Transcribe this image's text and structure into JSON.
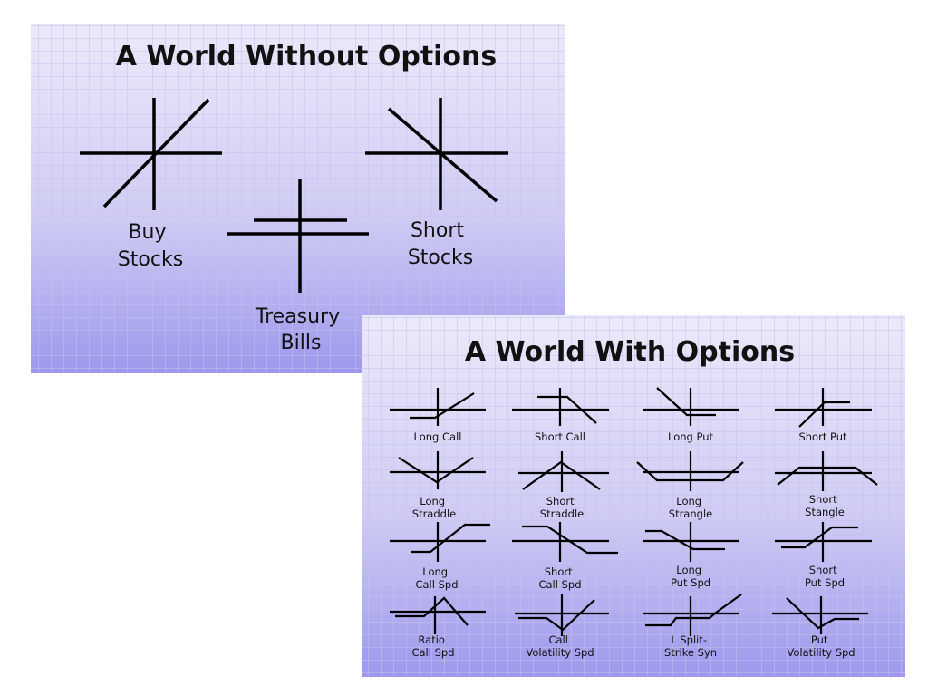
{
  "panel_without": {
    "title": "A World Without Options",
    "items": [
      {
        "key": "buy_stocks",
        "lines": [
          "Buy",
          "Stocks"
        ]
      },
      {
        "key": "short_stocks",
        "lines": [
          "Short",
          "Stocks"
        ]
      },
      {
        "key": "treasury_bills",
        "lines": [
          "Treasury",
          "Bills"
        ]
      }
    ]
  },
  "panel_with": {
    "title": "A World With Options",
    "items": [
      {
        "key": "long_call",
        "lines": [
          "Long Call"
        ]
      },
      {
        "key": "short_call",
        "lines": [
          "Short Call"
        ]
      },
      {
        "key": "long_put",
        "lines": [
          "Long Put"
        ]
      },
      {
        "key": "short_put",
        "lines": [
          "Short Put"
        ]
      },
      {
        "key": "long_straddle",
        "lines": [
          "Long",
          "Straddle"
        ]
      },
      {
        "key": "short_straddle",
        "lines": [
          "Short",
          "Straddle"
        ]
      },
      {
        "key": "long_strangle",
        "lines": [
          "Long",
          "Strangle"
        ]
      },
      {
        "key": "short_stangle",
        "lines": [
          "Short",
          "Stangle"
        ]
      },
      {
        "key": "long_call_spd",
        "lines": [
          "Long",
          "Call Spd"
        ]
      },
      {
        "key": "short_call_spd",
        "lines": [
          "Short",
          "Call Spd"
        ]
      },
      {
        "key": "long_put_spd",
        "lines": [
          "Long",
          "Put Spd"
        ]
      },
      {
        "key": "short_put_spd",
        "lines": [
          "Short",
          "Put Spd"
        ]
      },
      {
        "key": "ratio_call_spd",
        "lines": [
          "Ratio",
          "Call Spd"
        ]
      },
      {
        "key": "call_volatility_spd",
        "lines": [
          "Call",
          "Volatility Spd"
        ]
      },
      {
        "key": "l_split_strike_syn",
        "lines": [
          "L Split-",
          "Strike Syn"
        ]
      },
      {
        "key": "put_volatility_spd",
        "lines": [
          "Put",
          "Volatility Spd"
        ]
      }
    ]
  },
  "colors": {
    "panel_top": "#ebeaf9",
    "panel_bottom": "#9d98ec",
    "grid": "#c9c6ee",
    "ink": "#000000"
  }
}
